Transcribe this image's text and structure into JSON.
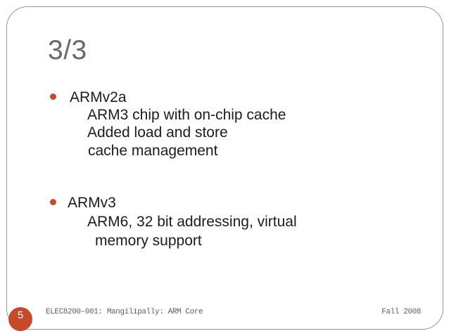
{
  "slide": {
    "title": "3/3",
    "bullets": [
      {
        "label": "ARMv2a",
        "sublines": [
          "ARM3 chip with on-chip cache",
          "Added load and store",
          "cache management"
        ]
      },
      {
        "label": "ARMv3",
        "sublines": [
          "ARM6, 32 bit addressing, virtual",
          "memory support"
        ]
      }
    ],
    "footer": {
      "course": "ELEC8200-001: Mangilipally: ARM Core",
      "term": "Fall 2008",
      "slide_number": "5"
    },
    "icons": {
      "bullet": "bullet-dot-icon"
    },
    "colors": {
      "accent": "#c5492a",
      "title_text": "#696969",
      "body_text": "#1c1c1c",
      "frame_border": "#9a9a9a",
      "footer_text": "#5f5f5f",
      "background": "#ffffff"
    }
  }
}
